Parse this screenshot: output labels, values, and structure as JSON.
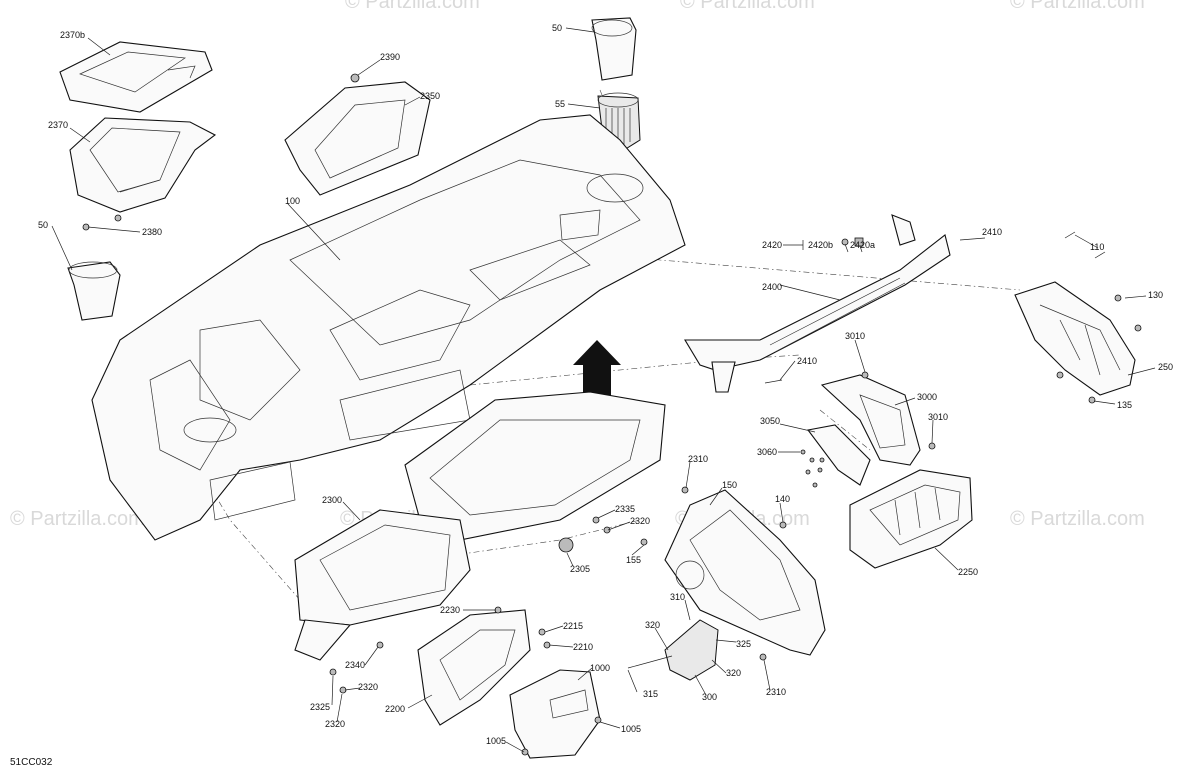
{
  "watermark": "© Partzilla.com",
  "diagram_code": "51CC032",
  "callouts": [
    "2370b",
    "2390",
    "50",
    "55",
    "2370",
    "2350",
    "2380",
    "100",
    "50",
    "2420",
    "2420b",
    "2420a",
    "2410",
    "110",
    "130",
    "2400",
    "250",
    "135",
    "3010",
    "2410",
    "3000",
    "3050",
    "3010",
    "3060",
    "2310",
    "2250",
    "150",
    "140",
    "2300",
    "2335",
    "2320",
    "155",
    "2305",
    "2230",
    "310",
    "2215",
    "320",
    "2210",
    "325",
    "1000",
    "2340",
    "320",
    "315",
    "300",
    "2310",
    "2320",
    "2325",
    "2200",
    "1005",
    "1005",
    "2320"
  ],
  "colors": {
    "ink": "#111111",
    "watermark": "#d9d9d9",
    "arrow": "#111111"
  }
}
